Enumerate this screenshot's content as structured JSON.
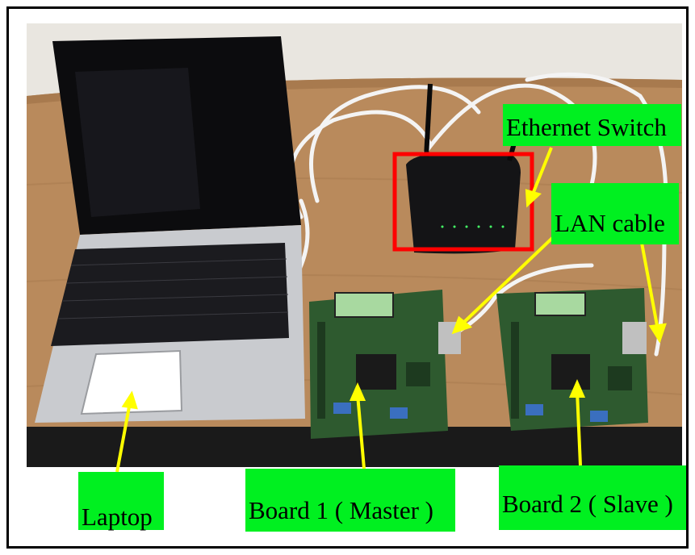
{
  "labels": {
    "switch": "Ethernet Switch",
    "lan": "LAN cable",
    "laptop": "Laptop",
    "board1": "Board 1 ( Master )",
    "board2": "Board 2 ( Slave )"
  },
  "colors": {
    "label_bg": "#00f020",
    "arrow": "#ffff00",
    "highlight_box": "#ff0000",
    "frame": "#000000"
  }
}
